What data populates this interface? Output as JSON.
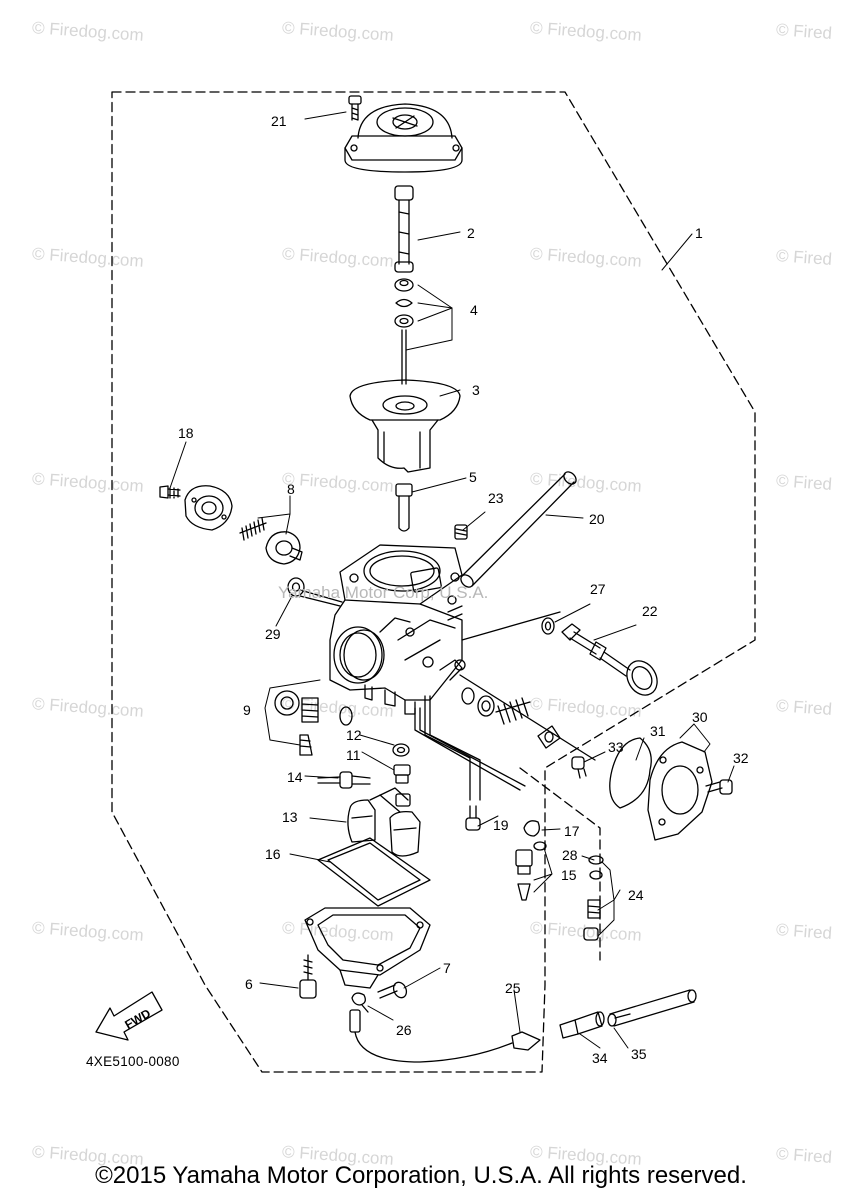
{
  "watermark": "© Firedog.com",
  "watermark_short": "© Fired",
  "center_watermark": "Yamaha Motor Corp, U.S.A.",
  "diagram_code": "4XE5100-0080",
  "fwd_label": "FWD",
  "copyright": "©2015 Yamaha Motor Corporation, U.S.A. All rights reserved.",
  "callouts": [
    "1",
    "2",
    "3",
    "4",
    "5",
    "6",
    "7",
    "8",
    "9",
    "11",
    "12",
    "13",
    "14",
    "15",
    "16",
    "17",
    "18",
    "19",
    "20",
    "21",
    "22",
    "23",
    "24",
    "25",
    "26",
    "27",
    "28",
    "29",
    "30",
    "31",
    "32",
    "33",
    "34",
    "35"
  ],
  "colors": {
    "line": "#000000",
    "watermark": "#d6d6d6",
    "background": "#ffffff"
  }
}
